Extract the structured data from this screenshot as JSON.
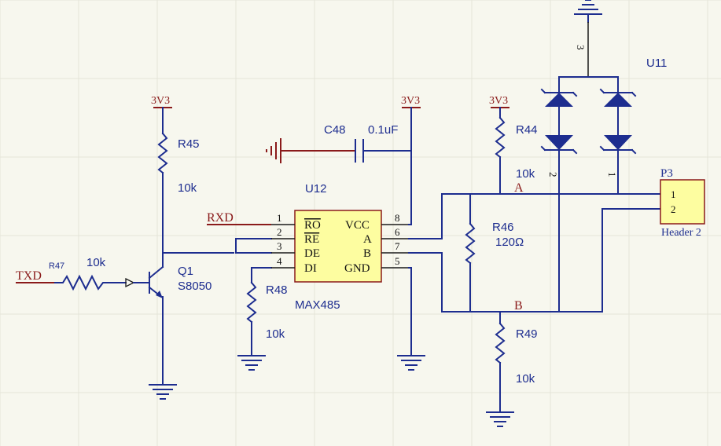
{
  "power": {
    "v3": "3V3"
  },
  "nets": {
    "rxd": "RXD",
    "txd": "TXD",
    "a": "A",
    "b": "B"
  },
  "r45": {
    "ref": "R45",
    "value": "10k"
  },
  "r47": {
    "ref": "R47",
    "value": "10k"
  },
  "q1": {
    "ref": "Q1",
    "value": "S8050"
  },
  "c48": {
    "ref": "C48",
    "value": "0.1uF"
  },
  "u12": {
    "ref": "U12",
    "part": "MAX485",
    "left_pins": [
      {
        "num": "1",
        "name": "RO"
      },
      {
        "num": "2",
        "name": "RE"
      },
      {
        "num": "3",
        "name": "DE"
      },
      {
        "num": "4",
        "name": "DI"
      }
    ],
    "right_pins": [
      {
        "num": "8",
        "name": "VCC"
      },
      {
        "num": "6",
        "name": "A"
      },
      {
        "num": "7",
        "name": "B"
      },
      {
        "num": "5",
        "name": "GND"
      }
    ]
  },
  "r48": {
    "ref": "R48",
    "value": "10k"
  },
  "r44": {
    "ref": "R44",
    "value": "10k"
  },
  "r46": {
    "ref": "R46",
    "value": "120Ω"
  },
  "r49": {
    "ref": "R49",
    "value": "10k"
  },
  "u11": {
    "ref": "U11",
    "pins": [
      "3",
      "2",
      "1"
    ]
  },
  "p3": {
    "ref": "P3",
    "value": "Header 2",
    "pins": [
      "1",
      "2"
    ]
  },
  "colors": {
    "wire": "#1d2d8f",
    "power": "#8a1a1a",
    "chip_fill": "#fdfda0",
    "chip_border": "#8a1a1a",
    "background": "#f7f7ee"
  }
}
